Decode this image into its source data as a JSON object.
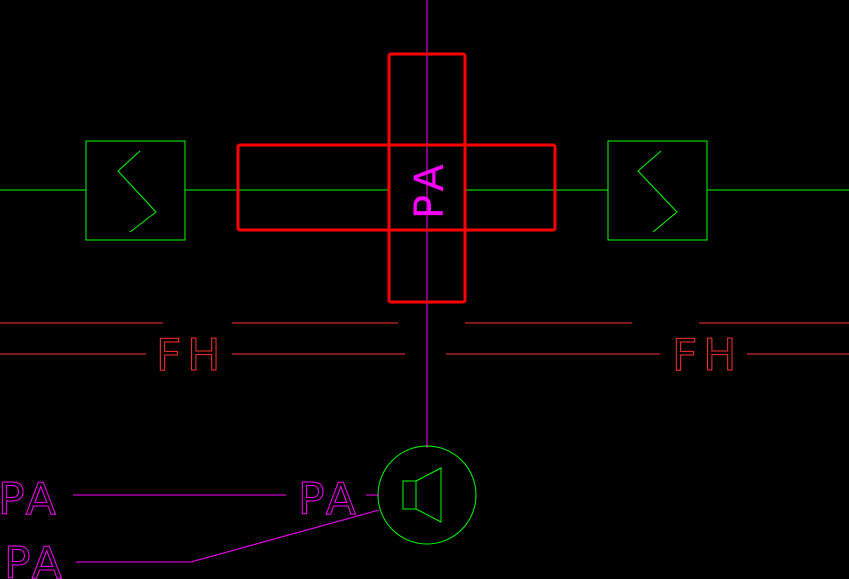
{
  "colors": {
    "background": "#000000",
    "magenta": "#ff00ff",
    "green": "#00ff00",
    "red": "#ff0000",
    "red_dim": "#e01a1a"
  },
  "labels": {
    "pa_vertical": "PA",
    "fh_left": "FH",
    "fh_right": "FH",
    "pa_bottom_left": "PA",
    "pa_bottom_mid": "PA",
    "pa_bottom_lower": "PA"
  },
  "symbols": {
    "damper_left": "zigzag-damper-icon",
    "damper_right": "zigzag-damper-icon",
    "speaker": "speaker-icon"
  }
}
